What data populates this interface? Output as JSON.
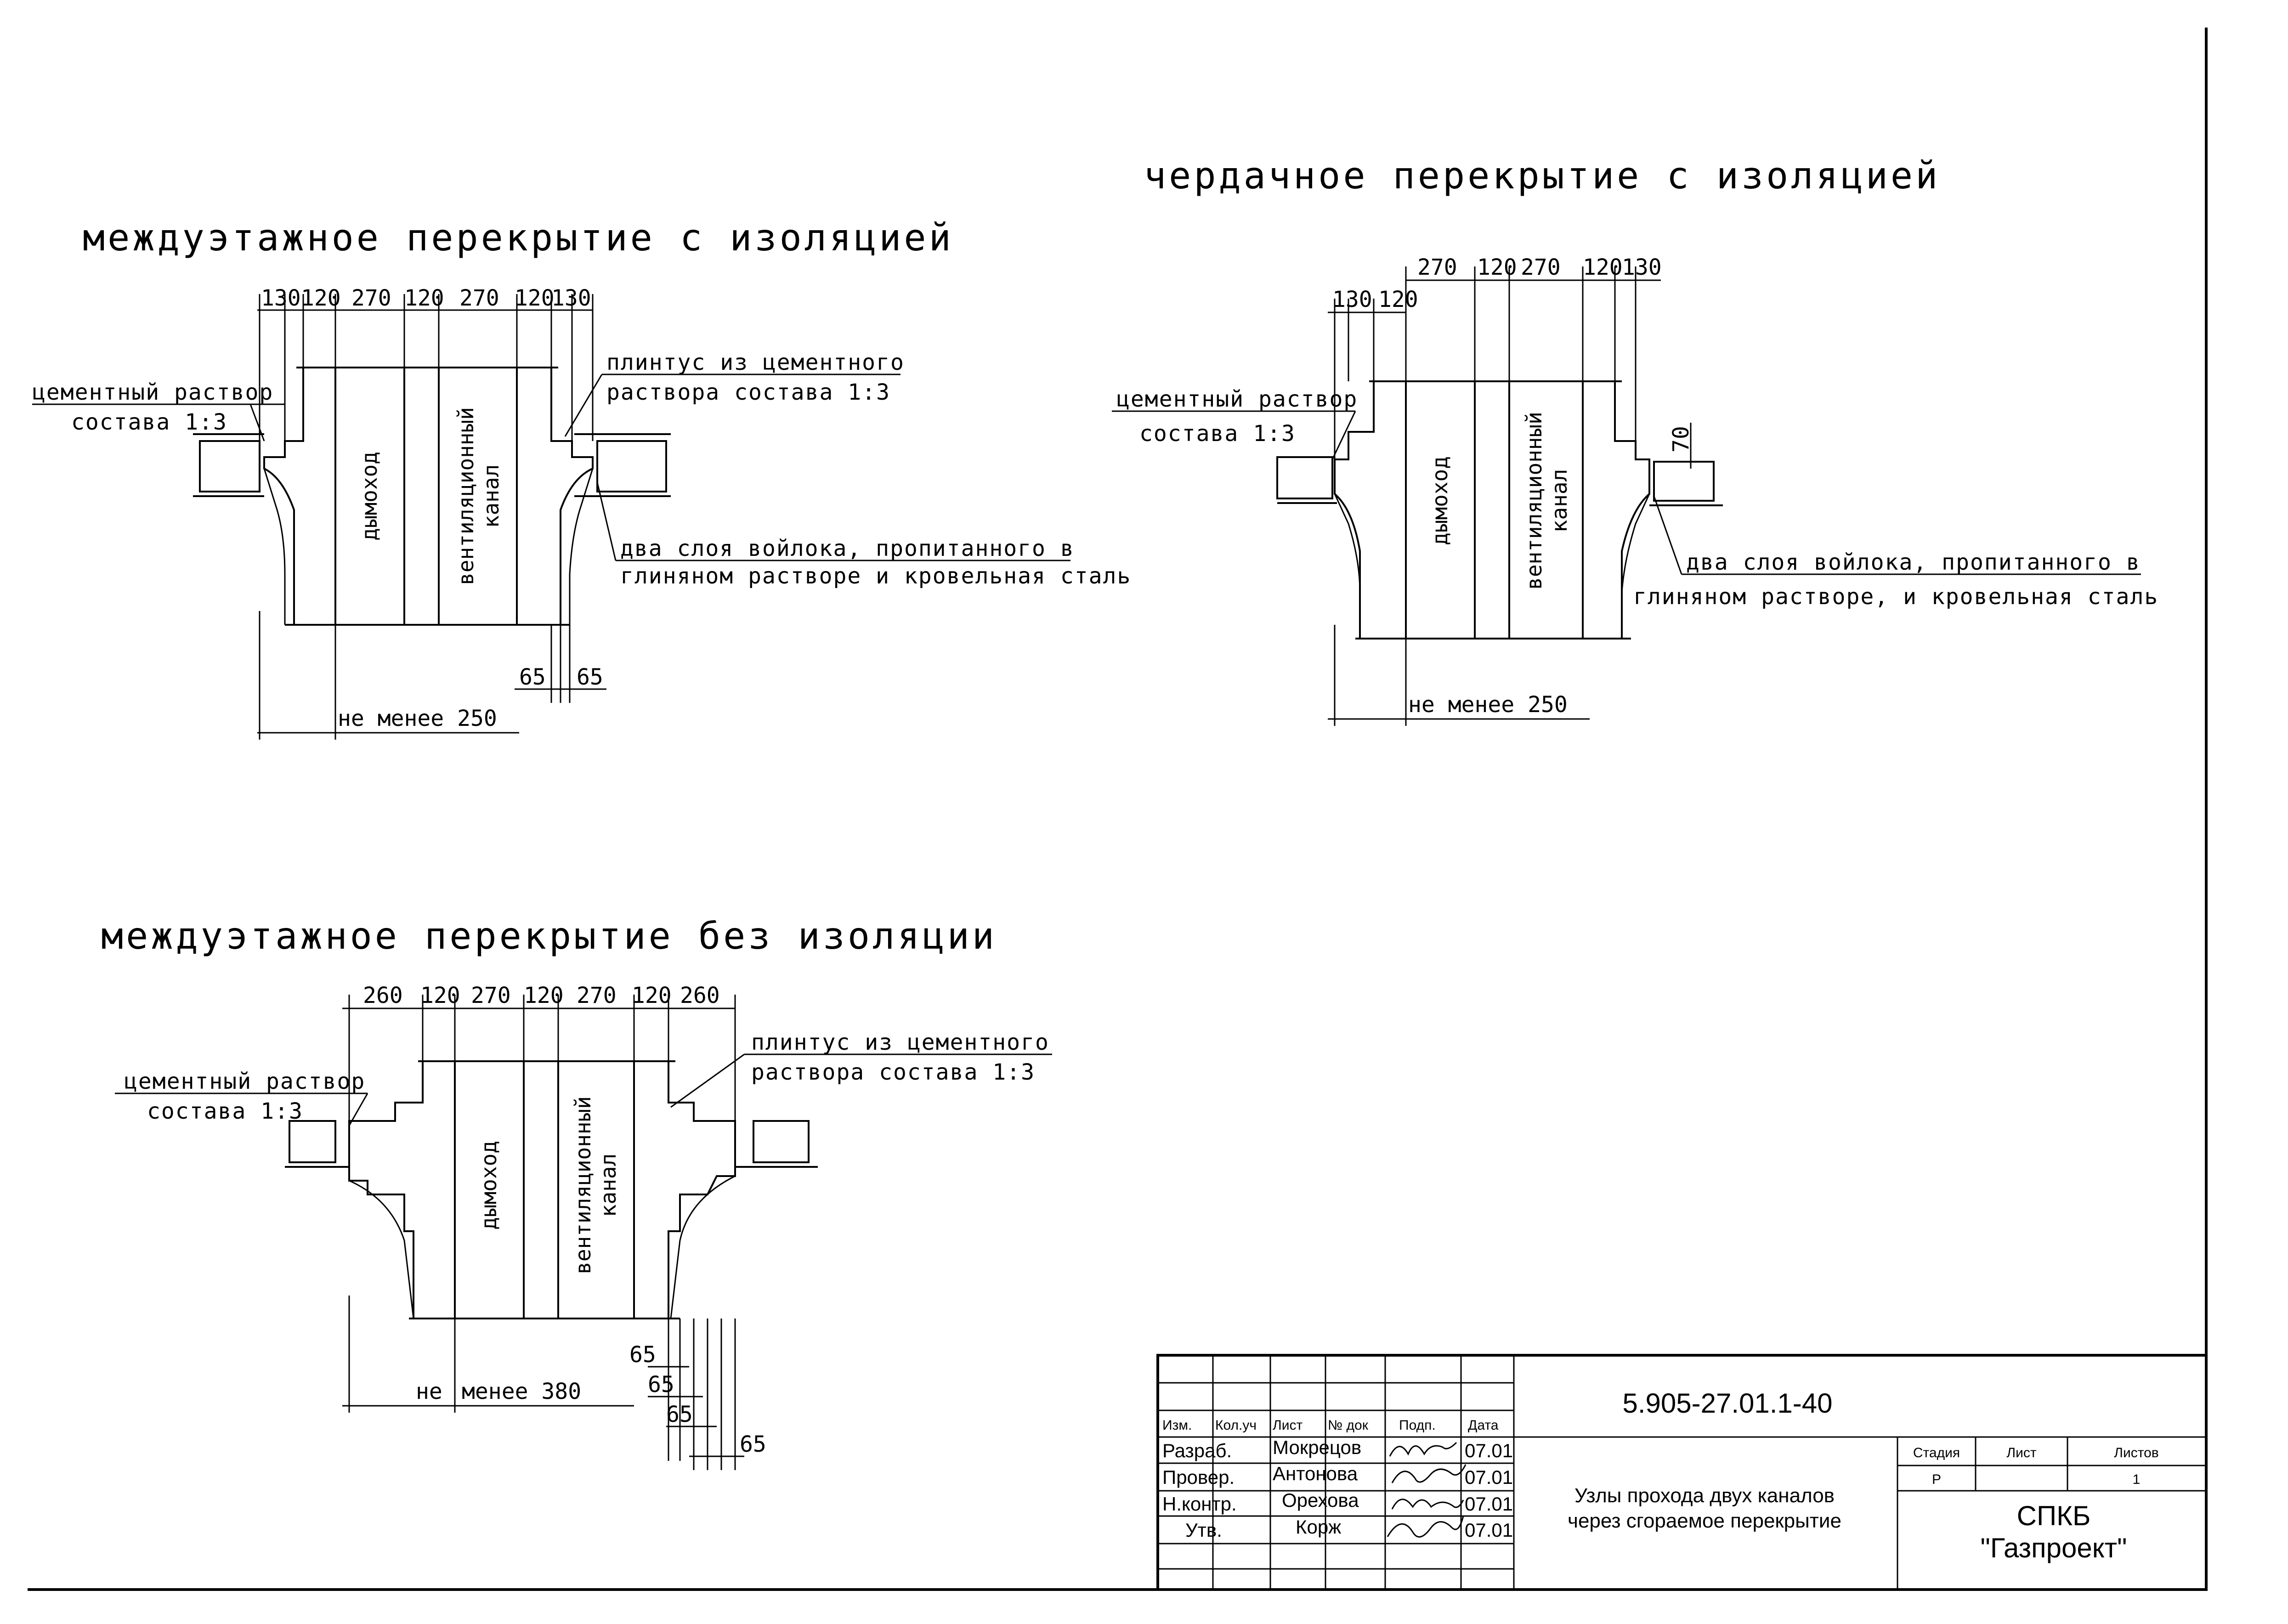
{
  "drawings": [
    {
      "title": "междуэтажное перекрытие с изоляцией",
      "dims_top": [
        "130",
        "120",
        "270",
        "120",
        "270",
        "120",
        "130"
      ],
      "flue_label": "дымоход",
      "vent_label": [
        "вентиляционный",
        "канал"
      ],
      "left_note": [
        "цементный раствор",
        "состава 1:3"
      ],
      "right_note": [
        "плинтус из цементного",
        "раствора состава 1:3"
      ],
      "felt_note": [
        "два слоя войлока, пропитанного в",
        "глиняном растворе и кровельная сталь"
      ],
      "bottom_dim": "не менее 250",
      "offset_dims": [
        "65",
        "65"
      ]
    },
    {
      "title": "чердачное перекрытие с изоляцией",
      "dims_top": [
        "270",
        "120",
        "270",
        "120",
        "130"
      ],
      "dims_top2": [
        "130",
        "120"
      ],
      "dim_side": "70",
      "flue_label": "дымоход",
      "vent_label": [
        "вентиляционный",
        "канал"
      ],
      "left_note": [
        "цементный раствор",
        "состава 1:3"
      ],
      "felt_note": [
        "два слоя войлока, пропитанного в",
        "глиняном растворе, и кровельная сталь"
      ],
      "bottom_dim": "не менее 250"
    },
    {
      "title": "междуэтажное перекрытие без изоляции",
      "dims_top": [
        "260",
        "120",
        "270",
        "120",
        "270",
        "120",
        "260"
      ],
      "flue_label": "дымоход",
      "vent_label": [
        "вентиляционный",
        "канал"
      ],
      "left_note": [
        "цементный раствор",
        "состава 1:3"
      ],
      "right_note": [
        "плинтус из цементного",
        "раствора состава 1:3"
      ],
      "bottom_dim": [
        "не",
        "менее 380"
      ],
      "offset_dims": [
        "65",
        "65",
        "65",
        "65"
      ]
    }
  ],
  "title_block": {
    "code": "5.905-27.01.1-40",
    "header": [
      "Изм.",
      "Кол.уч",
      "Лист",
      "№ док",
      "Подп.",
      "Дата"
    ],
    "roles": [
      "Разраб.",
      "Провер.",
      "Н.контр.",
      "Утв."
    ],
    "names": [
      "Мокрецов",
      "Антонова",
      "Орехова",
      "Корж"
    ],
    "dates": [
      "07.01",
      "07.01",
      "07.01",
      "07.01"
    ],
    "sheet_title": [
      "Узлы прохода двух каналов",
      "через сгораемое перекрытие"
    ],
    "stage_header": [
      "Стадия",
      "Лист",
      "Листов"
    ],
    "stage_values": [
      "Р",
      "",
      "1"
    ],
    "org": [
      "СПКБ",
      "\"Газпроект\""
    ]
  }
}
